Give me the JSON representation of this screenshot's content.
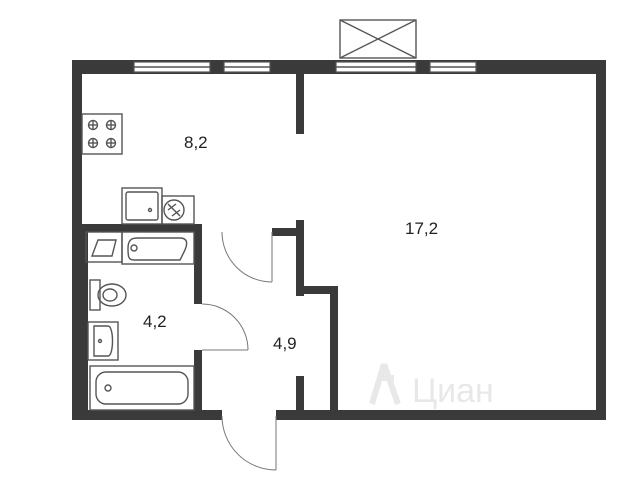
{
  "rooms": {
    "kitchen": {
      "area": "8,2"
    },
    "living": {
      "area": "17,2"
    },
    "bathroom": {
      "area": "4,2"
    },
    "hallway": {
      "area": "4,9"
    }
  },
  "watermark": {
    "text": "Циан"
  },
  "colors": {
    "walls": "#3a3a3a",
    "fixtures": "#555555",
    "watermark": "#e6e6e6"
  }
}
